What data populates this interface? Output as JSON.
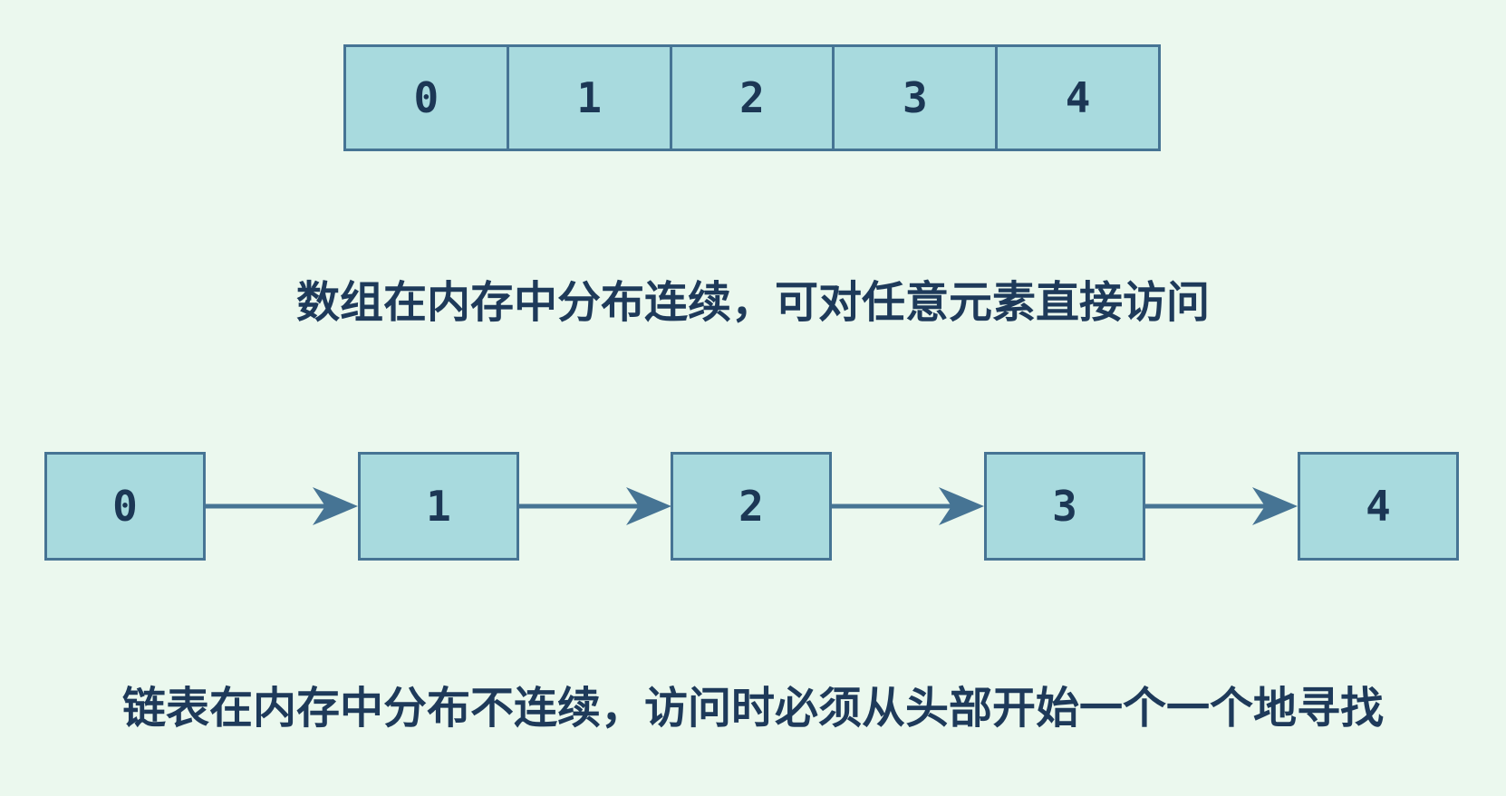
{
  "page": {
    "background_color": "#EBF8EE"
  },
  "colors": {
    "cell_fill": "#A8DADE",
    "cell_border": "#467494",
    "arrow": "#467494",
    "text_dark": "#1E3A5A",
    "digit": "#1C3755"
  },
  "array": {
    "cells": [
      "0",
      "1",
      "2",
      "3",
      "4"
    ],
    "caption": "数组在内存中分布连续，可对任意元素直接访问"
  },
  "linked_list": {
    "nodes": [
      "0",
      "1",
      "2",
      "3",
      "4"
    ],
    "caption": "链表在内存中分布不连续，访问时必须从头部开始一个一个地寻找"
  }
}
